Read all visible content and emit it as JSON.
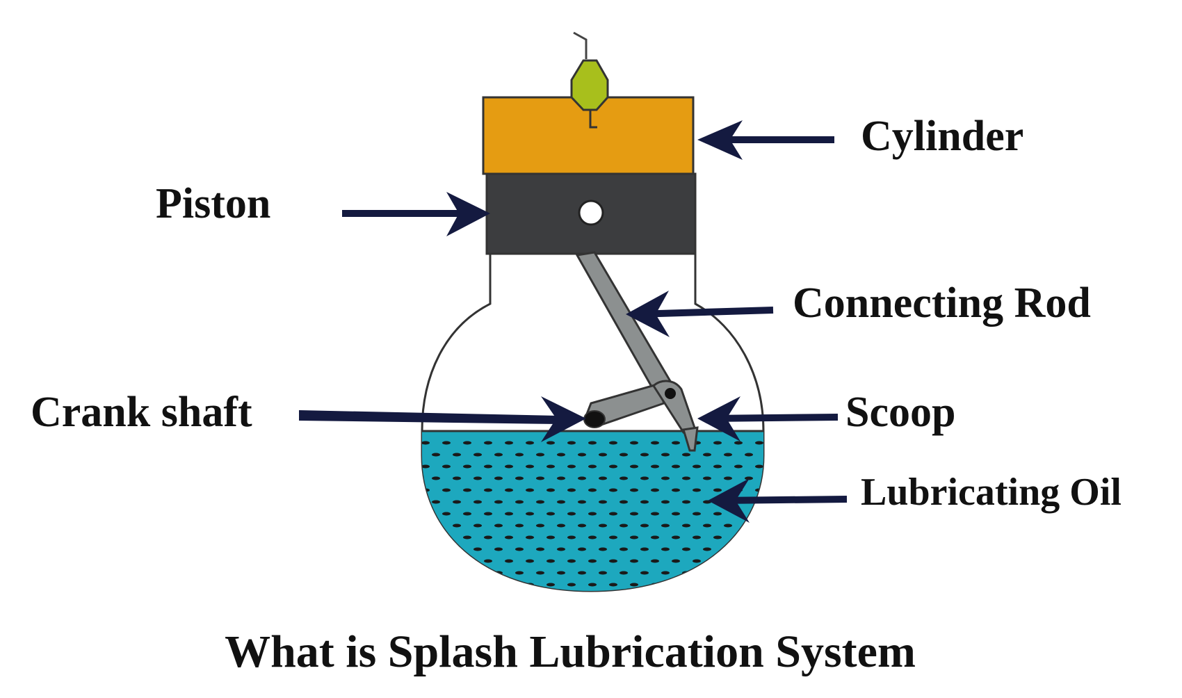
{
  "title": "What is Splash Lubrication System",
  "labels": {
    "cylinder": "Cylinder",
    "piston": "Piston",
    "connecting_rod": "Connecting Rod",
    "crank_shaft": "Crank shaft",
    "scoop": "Scoop",
    "lubricating_oil": "Lubricating Oil"
  },
  "colors": {
    "cylinder": "#E59C12",
    "piston": "#3C3D3F",
    "spark_plug": "#A8BF1C",
    "rod": "#8C9090",
    "oil": "#1DA8BE",
    "oil_dots": "#1A1A1A",
    "arrow": "#141A40",
    "outline": "#333333"
  }
}
